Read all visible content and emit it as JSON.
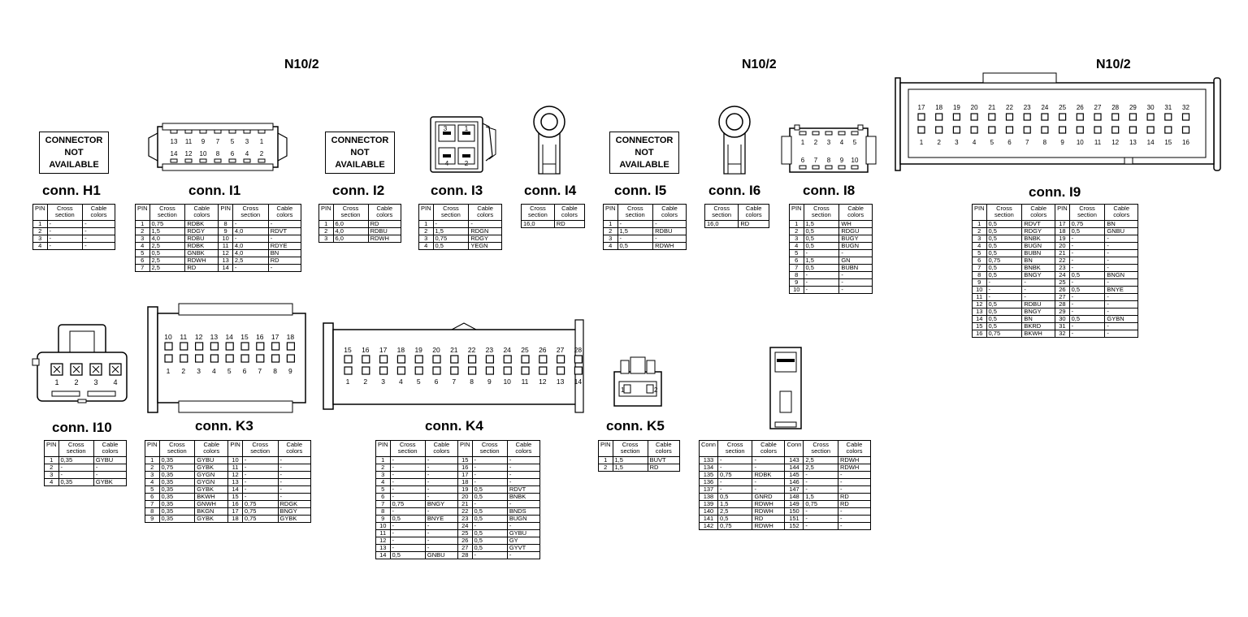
{
  "headers": [
    "N10/2",
    "N10/2",
    "N10/2"
  ],
  "not_available": [
    "CONNECTOR",
    "NOT",
    "AVAILABLE"
  ],
  "connectors": [
    {
      "title": "conn. H1",
      "columns": [
        "PIN",
        "Cross section",
        "Cable colors"
      ],
      "rows": [
        [
          "1",
          "-",
          "-"
        ],
        [
          "2",
          "-",
          "-"
        ],
        [
          "3",
          "-",
          "-"
        ],
        [
          "4",
          "-",
          "-"
        ]
      ]
    },
    {
      "title": "conn. I1",
      "columns": [
        "PIN",
        "Cross section",
        "Cable colors",
        "PIN",
        "Cross section",
        "Cable colors"
      ],
      "rows": [
        [
          "1",
          "0,75",
          "RDBK",
          "8",
          "-",
          "-"
        ],
        [
          "2",
          "1,5",
          "RDGY",
          "9",
          "4,0",
          "RDVT"
        ],
        [
          "3",
          "4,0",
          "RDBU",
          "10",
          "-",
          "-"
        ],
        [
          "4",
          "2,5",
          "RDBK",
          "11",
          "4,0",
          "RDYE"
        ],
        [
          "5",
          "0,5",
          "GNBK",
          "12",
          "4,0",
          "BN"
        ],
        [
          "6",
          "2,5",
          "RDWH",
          "13",
          "2,5",
          "RD"
        ],
        [
          "7",
          "2,5",
          "RD",
          "14",
          "-",
          "-"
        ]
      ]
    },
    {
      "title": "conn. I2",
      "columns": [
        "PIN",
        "Cross section",
        "Cable colors"
      ],
      "rows": [
        [
          "1",
          "6,0",
          "RD"
        ],
        [
          "2",
          "4,0",
          "RDBU"
        ],
        [
          "3",
          "6,0",
          "RDWH"
        ]
      ]
    },
    {
      "title": "conn. I3",
      "columns": [
        "PIN",
        "Cross section",
        "Cable colors"
      ],
      "rows": [
        [
          "1",
          "-",
          "-"
        ],
        [
          "2",
          "1,5",
          "RDGN"
        ],
        [
          "3",
          "0,75",
          "RDGY"
        ],
        [
          "4",
          "0,5",
          "YEGN"
        ]
      ]
    },
    {
      "title": "conn. I4",
      "columns": [
        "Cross section",
        "Cable colors"
      ],
      "rows": [
        [
          "16,0",
          "RD"
        ]
      ]
    },
    {
      "title": "conn. I5",
      "columns": [
        "PIN",
        "Cross section",
        "Cable colors"
      ],
      "rows": [
        [
          "1",
          "-",
          "-"
        ],
        [
          "2",
          "1,5",
          "RDBU"
        ],
        [
          "3",
          "-",
          "-"
        ],
        [
          "4",
          "0,5",
          "RDWH"
        ]
      ]
    },
    {
      "title": "conn. I6",
      "columns": [
        "Cross section",
        "Cable colors"
      ],
      "rows": [
        [
          "16,0",
          "RD"
        ]
      ]
    },
    {
      "title": "conn. I8",
      "columns": [
        "PIN",
        "Cross section",
        "Cable colors"
      ],
      "rows": [
        [
          "1",
          "1,5",
          "WH"
        ],
        [
          "2",
          "0,5",
          "RDGU"
        ],
        [
          "3",
          "0,5",
          "BUGY"
        ],
        [
          "4",
          "0,5",
          "BUGN"
        ],
        [
          "5",
          "-",
          "-"
        ],
        [
          "6",
          "1,5",
          "GN"
        ],
        [
          "7",
          "0,5",
          "BUBN"
        ],
        [
          "8",
          "-",
          "-"
        ],
        [
          "9",
          "-",
          "-"
        ],
        [
          "10",
          "-",
          "-"
        ]
      ]
    },
    {
      "title": "conn. I9",
      "columns": [
        "PIN",
        "Cross section",
        "Cable colors",
        "PIN",
        "Cross section",
        "Cable colors"
      ],
      "rows": [
        [
          "1",
          "0,5",
          "RDVT",
          "17",
          "0,75",
          "BN"
        ],
        [
          "2",
          "0,5",
          "RDGY",
          "18",
          "0,5",
          "GNBU"
        ],
        [
          "3",
          "0,5",
          "BNBK",
          "19",
          "-",
          "-"
        ],
        [
          "4",
          "0,5",
          "BUGN",
          "20",
          "-",
          "-"
        ],
        [
          "5",
          "0,5",
          "BUBN",
          "21",
          "-",
          "-"
        ],
        [
          "6",
          "0,75",
          "BN",
          "22",
          "-",
          "-"
        ],
        [
          "7",
          "0,5",
          "BNBK",
          "23",
          "-",
          "-"
        ],
        [
          "8",
          "0,5",
          "BNGY",
          "24",
          "0,5",
          "BNGN"
        ],
        [
          "9",
          "-",
          "-",
          "25",
          "-",
          "-"
        ],
        [
          "10",
          "-",
          "-",
          "26",
          "0,5",
          "BNYE"
        ],
        [
          "11",
          "-",
          "-",
          "27",
          "-",
          "-"
        ],
        [
          "12",
          "0,5",
          "RDBU",
          "28",
          "-",
          "-"
        ],
        [
          "13",
          "0,5",
          "BNGY",
          "29",
          "-",
          "-"
        ],
        [
          "14",
          "0,5",
          "BN",
          "30",
          "0,5",
          "GYBN"
        ],
        [
          "15",
          "0,5",
          "BKRD",
          "31",
          "-",
          "-"
        ],
        [
          "16",
          "0,75",
          "BKWH",
          "32",
          "-",
          "-"
        ]
      ]
    },
    {
      "title": "conn. I10",
      "columns": [
        "PIN",
        "Cross section",
        "Cable colors"
      ],
      "rows": [
        [
          "1",
          "0,35",
          "GYBU"
        ],
        [
          "2",
          "-",
          "-"
        ],
        [
          "3",
          "-",
          "-"
        ],
        [
          "4",
          "0,35",
          "GYBK"
        ]
      ]
    },
    {
      "title": "conn. K3",
      "columns": [
        "PIN",
        "Cross section",
        "Cable colors",
        "PIN",
        "Cross section",
        "Cable colors"
      ],
      "rows": [
        [
          "1",
          "0,35",
          "GYBU",
          "10",
          "-",
          "-"
        ],
        [
          "2",
          "0,75",
          "GYBK",
          "11",
          "-",
          "-"
        ],
        [
          "3",
          "0,35",
          "GYGN",
          "12",
          "-",
          "-"
        ],
        [
          "4",
          "0,35",
          "GYGN",
          "13",
          "-",
          "-"
        ],
        [
          "5",
          "0,35",
          "GYBK",
          "14",
          "-",
          "-"
        ],
        [
          "6",
          "0,35",
          "BKWH",
          "15",
          "-",
          "-"
        ],
        [
          "7",
          "0,35",
          "GNWH",
          "16",
          "0,75",
          "RDGK"
        ],
        [
          "8",
          "0,35",
          "BKGN",
          "17",
          "0,75",
          "BNGY"
        ],
        [
          "9",
          "0,35",
          "GYBK",
          "18",
          "0,75",
          "GYBK"
        ]
      ]
    },
    {
      "title": "conn. K4",
      "columns": [
        "PIN",
        "Cross section",
        "Cable colors",
        "PIN",
        "Cross section",
        "Cable colors"
      ],
      "rows": [
        [
          "1",
          "-",
          "-",
          "15",
          "-",
          "-"
        ],
        [
          "2",
          "-",
          "-",
          "16",
          "-",
          "-"
        ],
        [
          "3",
          "-",
          "-",
          "17",
          "-",
          "-"
        ],
        [
          "4",
          "-",
          "-",
          "18",
          "-",
          "-"
        ],
        [
          "5",
          "-",
          "-",
          "19",
          "0,5",
          "RDVT"
        ],
        [
          "6",
          "-",
          "-",
          "20",
          "0,5",
          "BNBK"
        ],
        [
          "7",
          "0,75",
          "BNGY",
          "21",
          "-",
          "-"
        ],
        [
          "8",
          "-",
          "-",
          "22",
          "0,5",
          "BNDS"
        ],
        [
          "9",
          "0,5",
          "BNYE",
          "23",
          "0,5",
          "BUGN"
        ],
        [
          "10",
          "-",
          "-",
          "24",
          "-",
          "-"
        ],
        [
          "11",
          "-",
          "-",
          "25",
          "0,5",
          "GYBU"
        ],
        [
          "12",
          "-",
          "-",
          "26",
          "0,5",
          "GY"
        ],
        [
          "13",
          "-",
          "-",
          "27",
          "0,5",
          "GYVT"
        ],
        [
          "14",
          "0,5",
          "GNBU",
          "28",
          "-",
          "-"
        ]
      ]
    },
    {
      "title": "conn. K5",
      "columns": [
        "PIN",
        "Cross section",
        "Cable colors"
      ],
      "rows": [
        [
          "1",
          "1,5",
          "BUVT"
        ],
        [
          "2",
          "1,5",
          "RD"
        ]
      ]
    },
    {
      "title": "",
      "columns": [
        "Conn",
        "Cross section",
        "Cable colors",
        "Conn",
        "Cross section",
        "Cable colors"
      ],
      "rows": [
        [
          "133",
          "-",
          "-",
          "143",
          "2,5",
          "RDWH"
        ],
        [
          "134",
          "-",
          "-",
          "144",
          "2,5",
          "RDWH"
        ],
        [
          "135",
          "0,75",
          "RDBK",
          "145",
          "-",
          "-"
        ],
        [
          "136",
          "-",
          "-",
          "146",
          "-",
          "-"
        ],
        [
          "137",
          "-",
          "-",
          "147",
          "-",
          "-"
        ],
        [
          "138",
          "0,5",
          "GNRD",
          "148",
          "1,5",
          "RD"
        ],
        [
          "139",
          "1,5",
          "RDWH",
          "149",
          "0,75",
          "RD"
        ],
        [
          "140",
          "2,5",
          "RDWH",
          "150",
          "-",
          "-"
        ],
        [
          "141",
          "0,5",
          "RD",
          "151",
          "-",
          "-"
        ],
        [
          "142",
          "0,75",
          "RDWH",
          "152",
          "-",
          "-"
        ]
      ]
    }
  ],
  "diagram_labels": {
    "i1_top": [
      "13",
      "11",
      "9",
      "7",
      "5",
      "3",
      "1"
    ],
    "i1_bottom": [
      "14",
      "12",
      "10",
      "8",
      "6",
      "4",
      "2"
    ],
    "i3_pins": [
      "3",
      "1",
      "4",
      "2"
    ],
    "i8_top": [
      "1",
      "2",
      "3",
      "4",
      "5"
    ],
    "i8_bottom": [
      "6",
      "7",
      "8",
      "9",
      "10"
    ],
    "i9_top": [
      "17",
      "18",
      "19",
      "20",
      "21",
      "22",
      "23",
      "24",
      "25",
      "26",
      "27",
      "28",
      "29",
      "30",
      "31",
      "32"
    ],
    "i9_bottom": [
      "1",
      "2",
      "3",
      "4",
      "5",
      "6",
      "7",
      "8",
      "9",
      "10",
      "11",
      "12",
      "13",
      "14",
      "15",
      "16"
    ],
    "i10_pins": [
      "1",
      "2",
      "3",
      "4"
    ],
    "k3_top": [
      "10",
      "11",
      "12",
      "13",
      "14",
      "15",
      "16",
      "17",
      "18"
    ],
    "k3_bottom": [
      "1",
      "2",
      "3",
      "4",
      "5",
      "6",
      "7",
      "8",
      "9"
    ],
    "k4_top": [
      "15",
      "16",
      "17",
      "18",
      "19",
      "20",
      "21",
      "22",
      "23",
      "24",
      "25",
      "26",
      "27",
      "28"
    ],
    "k4_bottom": [
      "1",
      "2",
      "3",
      "4",
      "5",
      "6",
      "7",
      "8",
      "9",
      "10",
      "11",
      "12",
      "13",
      "14"
    ],
    "k5_pins": [
      "1",
      "2"
    ]
  }
}
